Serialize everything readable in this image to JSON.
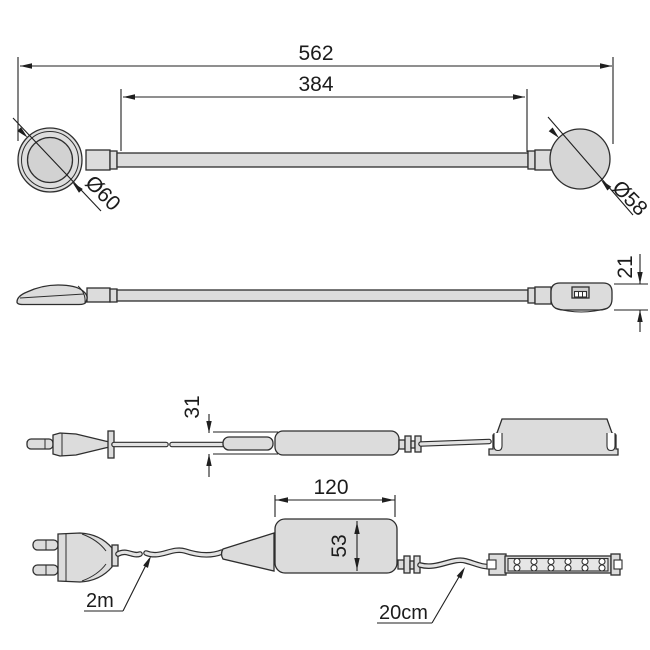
{
  "drawing": {
    "background": "#ffffff",
    "line_color": "#2e2e2e",
    "fill_color": "#dcdcdc",
    "top_view": {
      "overall_width": "562",
      "arm_span": "384",
      "left_head_diameter": "Ø60",
      "right_head_diameter": "Ø58"
    },
    "side_view": {
      "body_height": "21"
    },
    "adapter_side_view": {
      "adapter_height": "31"
    },
    "adapter_top_view": {
      "adapter_length": "120",
      "adapter_width": "53",
      "mains_cable_length": "2m",
      "led_cable_length": "20cm"
    }
  }
}
